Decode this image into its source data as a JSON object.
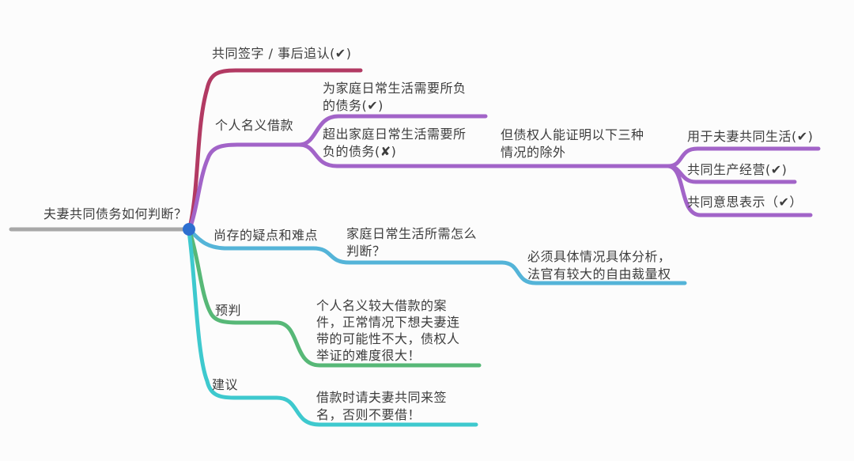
{
  "title": "夫妻共同债务如何判断？",
  "colors": {
    "root_line": "#a8a8a8",
    "junction_dot": "#2d6fd0",
    "branch_sign": "#b23a63",
    "branch_personal": "#a264c8",
    "branch_doubts": "#54b4d8",
    "branch_predict": "#57b877",
    "branch_suggest": "#3ec9ce",
    "text": "#3d3d3d"
  },
  "nodes": {
    "root": "夫妻共同债务如何判断？",
    "sign": "共同签字 / 事后追认(✔)",
    "personal": "个人名义借款",
    "personal_family_debt": "为家庭日常生活需要所负的债务(✔)",
    "personal_beyond_debt": "超出家庭日常生活需要所负的债务(✘)",
    "exception": "但债权人能证明以下三种情况的除外",
    "exception_life": "用于夫妻共同生活(✔)",
    "exception_business": "共同生产经营(✔)",
    "exception_intent": "共同意思表示（✔）",
    "doubts": "尚存的疑点和难点",
    "doubts_question": "家庭日常生活所需怎么判断？",
    "doubts_answer": "必须具体情况具体分析，法官有较大的自由裁量权",
    "predict": "预判",
    "predict_detail": "个人名义较大借款的案件，正常情况下想夫妻连带的可能性不大，债权人举证的难度很大！",
    "suggest": "建议",
    "suggest_detail": "借款时请夫妻共同来签名，否则不要借！"
  }
}
